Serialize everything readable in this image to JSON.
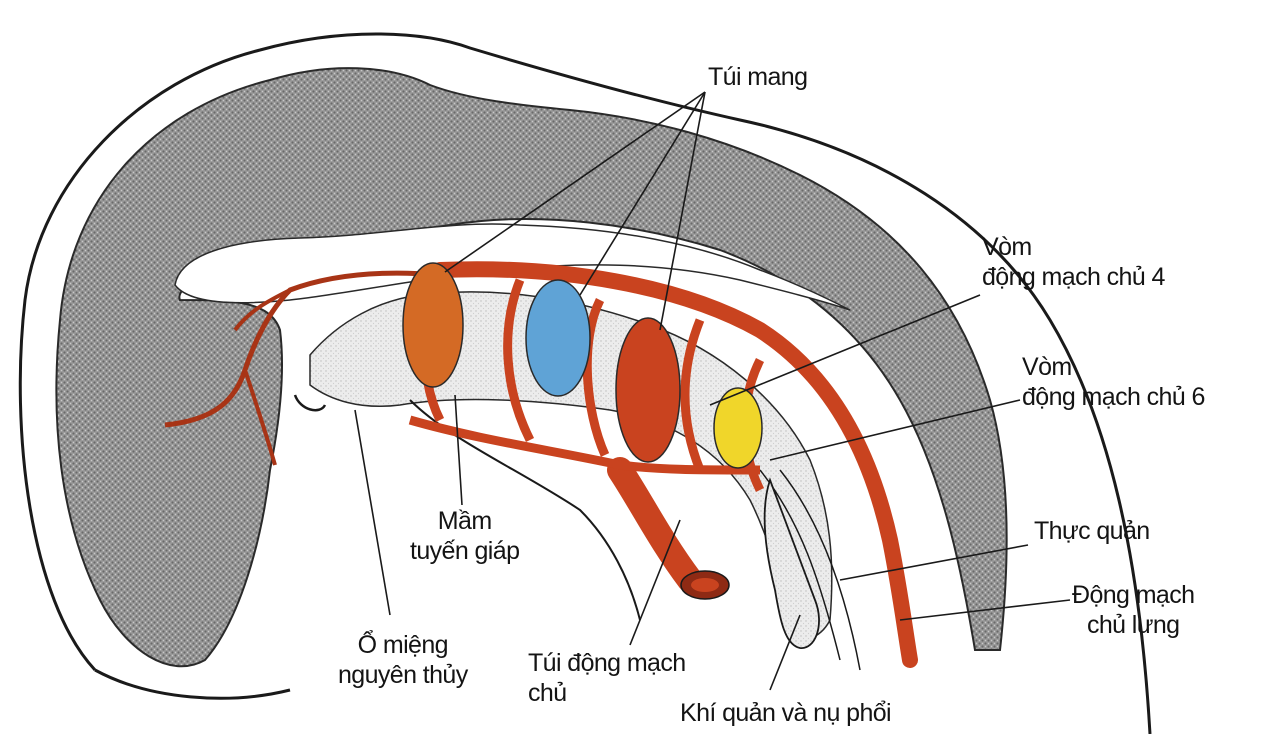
{
  "colors": {
    "tissue_gray": "#8f8f8f",
    "foregut_light": "#e7e7e7",
    "artery_red": "#c9431f",
    "pouch_orange": "#d46a25",
    "pouch_blue": "#5fa3d6",
    "pouch_red": "#c9431f",
    "pouch_yellow": "#f0d62a",
    "outline": "#1a1a1a"
  },
  "labels": {
    "pharyngeal_pouches": "Túi mang",
    "aortic_arch_4_line1": "Vòm",
    "aortic_arch_4_line2": "động mạch chủ 4",
    "aortic_arch_6_line1": "Vòm",
    "aortic_arch_6_line2": "động mạch chủ 6",
    "esophagus": "Thực quản",
    "dorsal_aorta_line1": "Động mạch",
    "dorsal_aorta_line2": "chủ lưng",
    "thyroid_line1": "Mầm",
    "thyroid_line2": "tuyến giáp",
    "stomodeum_line1": "Ổ miệng",
    "stomodeum_line2": "nguyên thủy",
    "aortic_sac_line1": "Túi động mạch",
    "aortic_sac_line2": "chủ",
    "trachea_lung_bud": "Khí quản và nụ phổi"
  }
}
